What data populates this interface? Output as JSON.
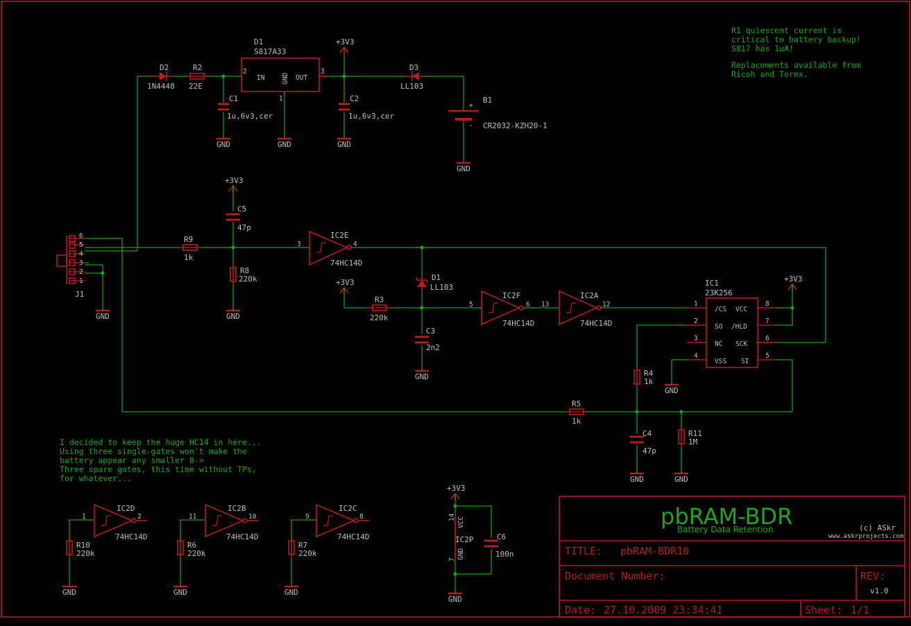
{
  "colors": {
    "background": "#000000",
    "wire": "#1ea51e",
    "component": "#b31e1e",
    "text": "#bdbdbd"
  },
  "supplies": {
    "vcc": "+3V3",
    "gnd": "GND"
  },
  "notes": {
    "top_right": [
      "R1 quiescent current is",
      "critical to battery backup!",
      "S817 has 1uA!",
      "",
      "Replacements available from",
      "Ricoh and Torex."
    ],
    "bottom_left": [
      "I decided to keep the huge HC14 in here...",
      "Using three single-gates won't make the",
      "battery appear any smaller 8->",
      "Three spare gates, this time without TPs,",
      "for whatever..."
    ]
  },
  "components": {
    "D1_reg": {
      "ref": "D1",
      "value": "S817A33",
      "in": "IN",
      "out": "OUT",
      "gnd": "GND",
      "p1": "1",
      "p2": "2",
      "p3": "3"
    },
    "D2": {
      "ref": "D2",
      "value": "1N4448"
    },
    "R2": {
      "ref": "R2",
      "value": "22E"
    },
    "C1": {
      "ref": "C1",
      "value": "1u,6v3,cer"
    },
    "C2": {
      "ref": "C2",
      "value": "1u,6v3,cer"
    },
    "D3": {
      "ref": "D3",
      "value": "LL103"
    },
    "B1": {
      "ref": "B1",
      "value": "CR2032-KZH20-1",
      "plus": "+",
      "minus": "-"
    },
    "C5": {
      "ref": "C5",
      "value": "47p"
    },
    "R9": {
      "ref": "R9",
      "value": "1k"
    },
    "R8": {
      "ref": "R8",
      "value": "220k"
    },
    "IC2E": {
      "ref": "IC2E",
      "value": "74HC14D",
      "in": "3",
      "out": "4"
    },
    "D1": {
      "ref": "D1",
      "value": "LL103"
    },
    "R3": {
      "ref": "R3",
      "value": "220k"
    },
    "C3": {
      "ref": "C3",
      "value": "2n2"
    },
    "IC2F": {
      "ref": "IC2F",
      "value": "74HC14D",
      "in": "5",
      "out": "6"
    },
    "IC2A": {
      "ref": "IC2A",
      "value": "74HC14D",
      "in": "13",
      "out": "12"
    },
    "IC1": {
      "ref": "IC1",
      "value": "23K256",
      "left_pins": [
        {
          "n": "1",
          "name": "/CS"
        },
        {
          "n": "2",
          "name": "SO"
        },
        {
          "n": "3",
          "name": "NC"
        },
        {
          "n": "4",
          "name": "VSS"
        }
      ],
      "right_pins": [
        {
          "n": "8",
          "name": "VCC"
        },
        {
          "n": "7",
          "name": "/HLD"
        },
        {
          "n": "6",
          "name": "SCK"
        },
        {
          "n": "5",
          "name": "SI"
        }
      ]
    },
    "R4": {
      "ref": "R4",
      "value": "1k"
    },
    "R5": {
      "ref": "R5",
      "value": "1k"
    },
    "C4": {
      "ref": "C4",
      "value": "47p"
    },
    "R11": {
      "ref": "R11",
      "value": "1M"
    },
    "J1": {
      "ref": "J1",
      "pins": [
        "6",
        "5",
        "4",
        "3",
        "2",
        "1"
      ]
    },
    "IC2D": {
      "ref": "IC2D",
      "value": "74HC14D",
      "in": "1",
      "out": "2"
    },
    "IC2B": {
      "ref": "IC2B",
      "value": "74HC14D",
      "in": "11",
      "out": "10"
    },
    "IC2C": {
      "ref": "IC2C",
      "value": "74HC14D",
      "in": "9",
      "out": "8"
    },
    "R10": {
      "ref": "R10",
      "value": "220k"
    },
    "R6": {
      "ref": "R6",
      "value": "220k"
    },
    "R7": {
      "ref": "R7",
      "value": "220k"
    },
    "IC2P": {
      "ref": "IC2P",
      "vcc": "VCC",
      "gnd": "GND",
      "p14": "14",
      "p7": "7"
    },
    "C6": {
      "ref": "C6",
      "value": "100n"
    }
  },
  "title_block": {
    "project": "pbRAM-BDR",
    "subtitle": "Battery Data Retention",
    "copyright": "(c) ASkr",
    "url": "www.askrprojects.com",
    "title_label": "TITLE:",
    "title_value": "pbRAM-BDR10",
    "doc_label": "Document Number:",
    "rev_label": "REV:",
    "rev_value": "v1.0",
    "date_label": "Date:",
    "date_value": "27.10.2009 23:34:41",
    "sheet_label": "Sheet:",
    "sheet_value": "1/1"
  }
}
